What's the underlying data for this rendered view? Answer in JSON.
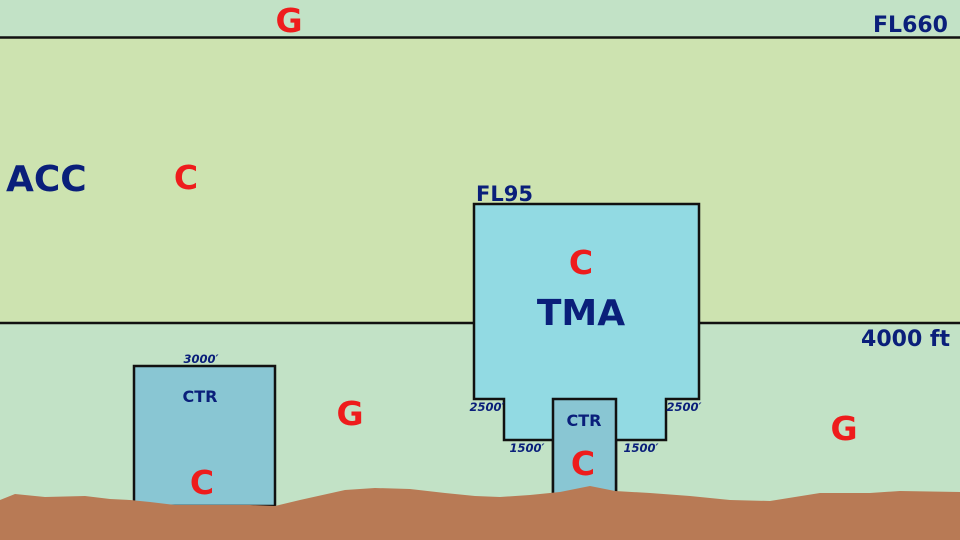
{
  "colors": {
    "class_g": "#c2e2c6",
    "class_c": "#cde3b0",
    "tma": "#92dae3",
    "ctr": "#89c6d3",
    "terrain": "#b87a55",
    "label": "#0a1f7a",
    "class_letter": "#ee1c1c"
  },
  "levels": {
    "upper": "FL660",
    "lower": "4000 ft",
    "tma_top": "FL95"
  },
  "acc": {
    "label": "ACC",
    "class": "C"
  },
  "upper_class": "G",
  "lower_class": "G",
  "right_class": "G",
  "tma": {
    "label": "TMA",
    "class": "C",
    "step_left": "2500′",
    "step_right": "2500′",
    "step_low_left": "1500′",
    "step_low_right": "1500′"
  },
  "ctr_left": {
    "label": "CTR",
    "top": "3000′",
    "class": "C"
  },
  "ctr_right": {
    "label": "CTR",
    "class": "C"
  },
  "icons": {
    "terrain": "ground-profile"
  }
}
